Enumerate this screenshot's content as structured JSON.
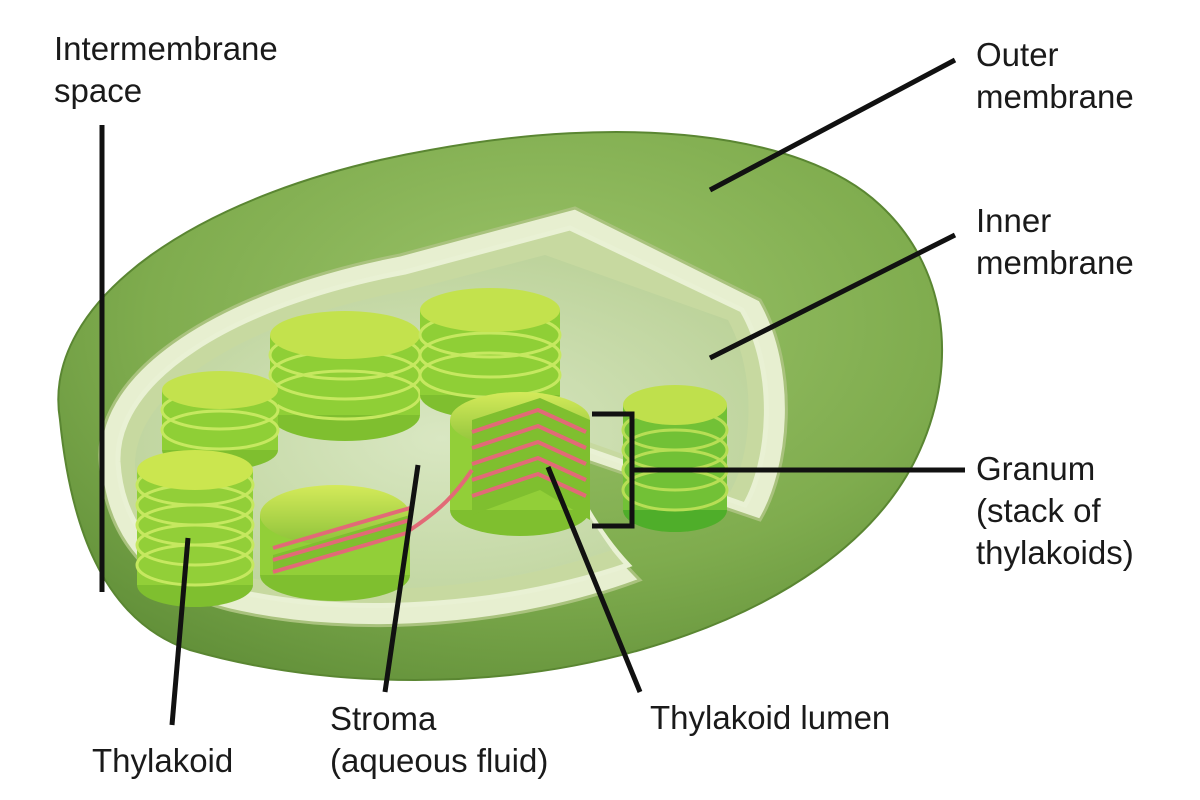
{
  "labels": {
    "intermembrane_space": [
      "Intermembrane",
      "space"
    ],
    "outer_membrane": [
      "Outer",
      "membrane"
    ],
    "inner_membrane": [
      "Inner",
      "membrane"
    ],
    "granum": [
      "Granum",
      "(stack of",
      "thylakoids)"
    ],
    "thylakoid": [
      "Thylakoid"
    ],
    "stroma": [
      "Stroma",
      "(aqueous fluid)"
    ],
    "thylakoid_lumen": [
      "Thylakoid lumen"
    ]
  },
  "colors": {
    "outer_green": "#7fac4e",
    "outer_dark": "#5f8d37",
    "membrane_light": "#d6e6b3",
    "stroma": "#c7d9ab",
    "granum_green": "#9ccc2f",
    "granum_light": "#c9e24a",
    "lumen_red": "#e26a77",
    "leader_line": "#111111"
  }
}
